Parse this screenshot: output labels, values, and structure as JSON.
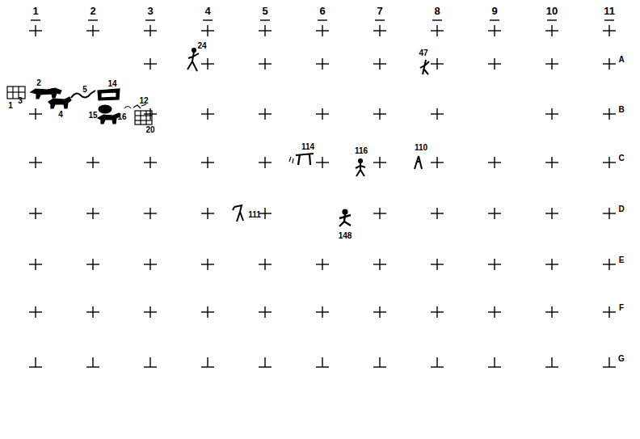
{
  "diagram": {
    "labels": [
      "1",
      "2",
      "3",
      "4",
      "5",
      "6",
      "7",
      "8",
      "9",
      "10",
      "11",
      "A",
      "B",
      "C",
      "D",
      "E",
      "F",
      "G",
      "1",
      "2",
      "3",
      "4",
      "5",
      "14",
      "12",
      "15",
      "16",
      "20",
      "24",
      "47",
      "114",
      "116",
      "110",
      "111",
      "148"
    ]
  }
}
